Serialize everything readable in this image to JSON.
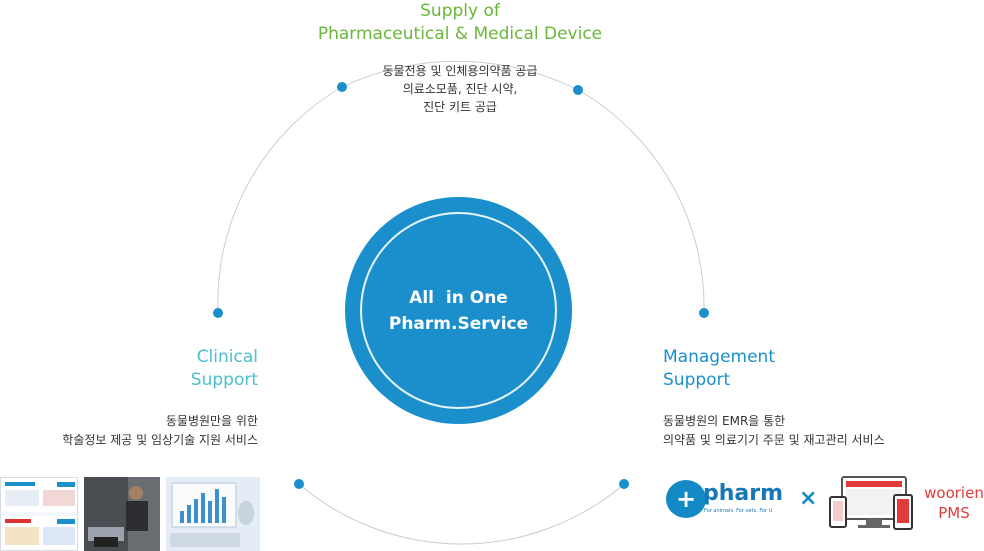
{
  "center": {
    "line1_a": "All",
    "line1_b": "in One",
    "line2": "Pharm.Service"
  },
  "supply": {
    "title_line1": "Supply of",
    "title_line2": "Pharmaceutical & Medical Device",
    "desc_line1": "동물전용 및 인체용의약품 공급",
    "desc_line2": "의료소모품, 진단 시약,",
    "desc_line3": "진단 키트 공급"
  },
  "clinical": {
    "title_line1": "Clinical",
    "title_line2": "Support",
    "desc_line1": "동물병원만을 위한",
    "desc_line2": "학술정보 제공 및 임상기술 지원 서비스"
  },
  "management": {
    "title_line1": "Management",
    "title_line2": "Support",
    "desc_line1": "동물병원의 EMR을 통한",
    "desc_line2": "의약품 및 의료기기 주문 및 재고관리 서비스"
  },
  "logos": {
    "pharm_badge": "+",
    "pharm_word": "pharm",
    "pharm_tagline": "For animals, For vets, For U",
    "times": "×",
    "woorien_line1": "woorien",
    "woorien_line2": "PMS"
  },
  "colors": {
    "primary_blue": "#1a8fcc",
    "supply_green": "#6ab63a",
    "clinical_teal": "#4bbfcf",
    "woorien_red": "#e23b3b"
  }
}
